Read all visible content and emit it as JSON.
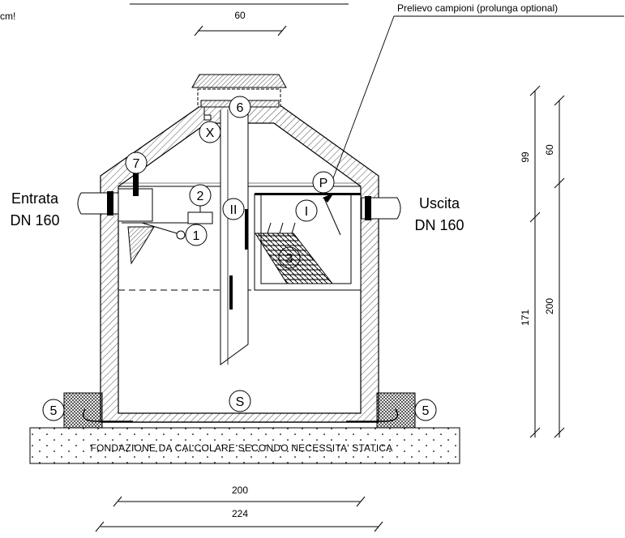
{
  "corner_note": "cm!",
  "sampling_label": "Prelievo campioni (prolunga optional)",
  "inlet": {
    "line1": "Entrata",
    "line2": "DN 160"
  },
  "outlet": {
    "line1": "Uscita",
    "line2": "DN 160"
  },
  "foundation_text": "FONDAZIONE DA CALCOLARE SECONDO NECESSITA' STATICA",
  "dims": {
    "top_width": "60",
    "bottom_inner": "200",
    "bottom_outer": "224",
    "right_outer_top": "99",
    "right_outer_bottom": "171",
    "right_inner_top": "60",
    "right_inner_bottom": "200"
  },
  "markers": {
    "cover": "6",
    "access": "X",
    "inlet_device": "7",
    "float_switch": "1",
    "sensor": "2",
    "chamber_ii": "II",
    "chamber_i": "I",
    "sampling": "P",
    "coalescing_filter": "3",
    "sludge": "S",
    "left_anchor": "5",
    "right_anchor": "5"
  },
  "colors": {
    "line": "#000000",
    "hatch": "#000000",
    "background": "#ffffff"
  }
}
